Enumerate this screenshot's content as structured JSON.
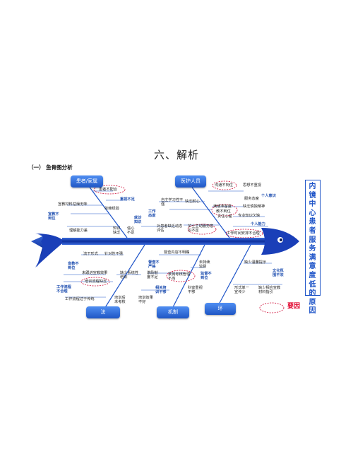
{
  "page": {
    "title": "六、解析",
    "subtitle": "（一） 鱼骨图分析"
  },
  "diagram": {
    "head": "内镜中心患者服务满意度低的原因",
    "categories": {
      "patient": "患者/家属",
      "staff": "医护人员",
      "method": "法",
      "mechanism": "机制",
      "environment": "环"
    },
    "patient_labels": {
      "p1": "患者不配合",
      "p2": "重视不足",
      "p3": "宣教材料枯燥无味",
      "p4": "依赖经验",
      "p5": "宣教不到位",
      "p6": "就诊知识",
      "p7": "知识缺乏",
      "p8": "信心不足",
      "p9": "理解能力差"
    },
    "staff_labels": {
      "s1": "沟通不到位",
      "s2": "思想不重视",
      "s3": "个人意识",
      "s4": "自主学习性不强",
      "s5": "缺乏耐心",
      "s6": "服务态度",
      "s7": "缺乏慎独精神",
      "s8": "满通准备度",
      "s9": "教不到位",
      "s10": "责任心差",
      "s11": "专业知识欠缺",
      "s12": "工作态度",
      "s13": "个人能力",
      "s14": "护士主动服务意识不足",
      "s15": "对患者缺乏动态评估",
      "s16": "工作时间安排不合理"
    },
    "method_labels": {
      "m1": "流于形式",
      "m2": "针对性不强",
      "m3": "宣教不到位",
      "m4": "未跟进宣教效果",
      "m5": "缺少系统性培训",
      "m6": "培训流程缺乏",
      "m7": "工作流程不合理",
      "m8": "工作流程过于传统",
      "m9": "培训后未考核"
    },
    "mechanism_labels": {
      "c1": "督查内容不明确",
      "c2": "督查不严格",
      "c3": "未持续监督",
      "c4": "激励制度不足",
      "c5": "家属考核管理不当",
      "c6": "监督不到位",
      "c7": "相关培训不够",
      "c8": "培训效果不好",
      "c9": "科室重视不够"
    },
    "environment_labels": {
      "e1": "缺少温馨提示",
      "e2": "文化氛围不浓",
      "e3": "形式单一宣传少",
      "e4": "缺少相应宣教材料指引"
    },
    "legend": {
      "label": "要因"
    },
    "colors": {
      "accent": "#1e54c8",
      "fish": "#1a3fb8",
      "highlight": "#d0103a"
    }
  }
}
